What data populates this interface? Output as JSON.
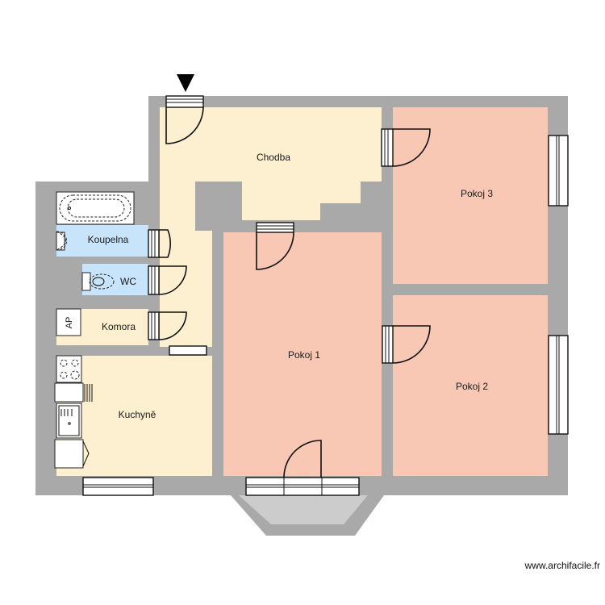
{
  "plan": {
    "colors": {
      "wall": "#a9a9a9",
      "room_warm": "#fcf0d0",
      "room_bedroom": "#f8c8b4",
      "room_bath": "#c8e4fa",
      "balcony": "#cccccc"
    },
    "rooms": [
      {
        "id": "chodba",
        "label": "Chodba",
        "type": "hallway",
        "color": "#fcf0d0"
      },
      {
        "id": "pokoj3",
        "label": "Pokoj 3",
        "type": "bedroom",
        "color": "#f8c8b4"
      },
      {
        "id": "koupelna",
        "label": "Koupelna",
        "type": "bathroom",
        "color": "#c8e4fa"
      },
      {
        "id": "wc",
        "label": "WC",
        "type": "toilet",
        "color": "#c8e4fa"
      },
      {
        "id": "komora",
        "label": "Komora",
        "type": "storage",
        "color": "#fcf0d0"
      },
      {
        "id": "pokoj1",
        "label": "Pokoj 1",
        "type": "bedroom",
        "color": "#f8c8b4"
      },
      {
        "id": "pokoj2",
        "label": "Pokoj 2",
        "type": "bedroom",
        "color": "#f8c8b4"
      },
      {
        "id": "kuchyne",
        "label": "Kuchyně",
        "type": "kitchen",
        "color": "#fcf0d0"
      }
    ],
    "fixtures": {
      "ap_label": "AP"
    },
    "entrance_marker": "entrance-arrow"
  },
  "footer": {
    "watermark": "www.archifacile.fr"
  }
}
